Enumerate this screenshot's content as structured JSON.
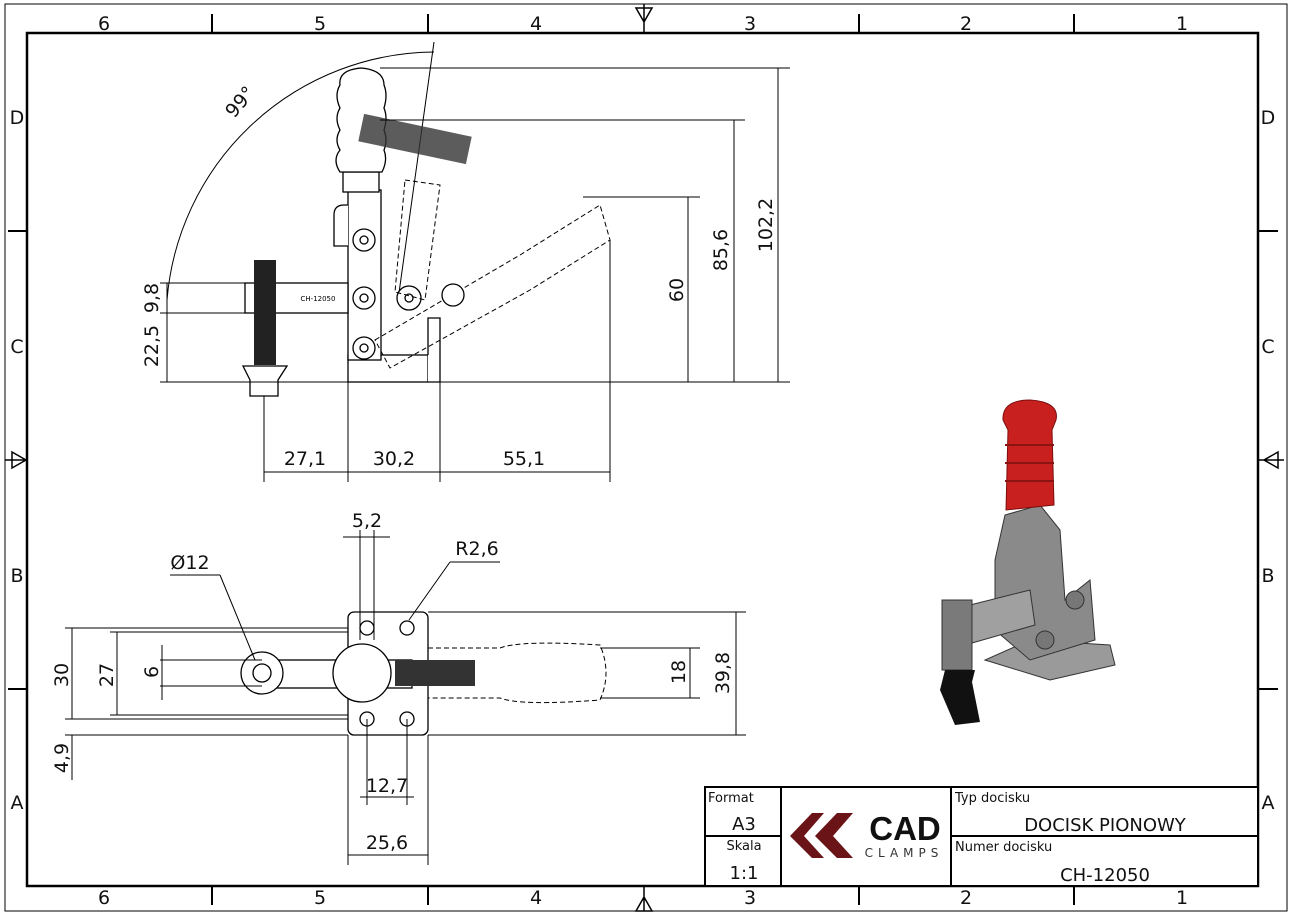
{
  "sheet": {
    "column_labels": [
      "6",
      "5",
      "4",
      "3",
      "2",
      "1"
    ],
    "row_labels": [
      "D",
      "C",
      "B",
      "A"
    ]
  },
  "dimensions": {
    "angle": "99°",
    "side_9_8": "9,8",
    "side_22_5": "22,5",
    "side_27_1": "27,1",
    "side_30_2": "30,2",
    "side_55_1": "55,1",
    "side_60": "60",
    "side_85_6": "85,6",
    "side_102_2": "102,2",
    "top_5_2": "5,2",
    "top_r2_6": "R2,6",
    "top_d12": "Ø12",
    "top_30": "30",
    "top_27": "27",
    "top_6": "6",
    "top_18": "18",
    "top_39_8": "39,8",
    "top_4_9": "4,9",
    "top_12_7": "12,7",
    "top_25_6": "25,6"
  },
  "title_block": {
    "format_label": "Format",
    "format_value": "A3",
    "scale_label": "Skala",
    "scale_value": "1:1",
    "logo_main": "CAD",
    "logo_sub": "CLAMPS",
    "type_label": "Typ docisku",
    "type_value": "DOCISK PIONOWY",
    "number_label": "Numer docisku",
    "number_value": "CH-12050"
  },
  "colors": {
    "logo": "#6b1418",
    "handle": "#c8201e",
    "body": "#8a8a8a"
  }
}
